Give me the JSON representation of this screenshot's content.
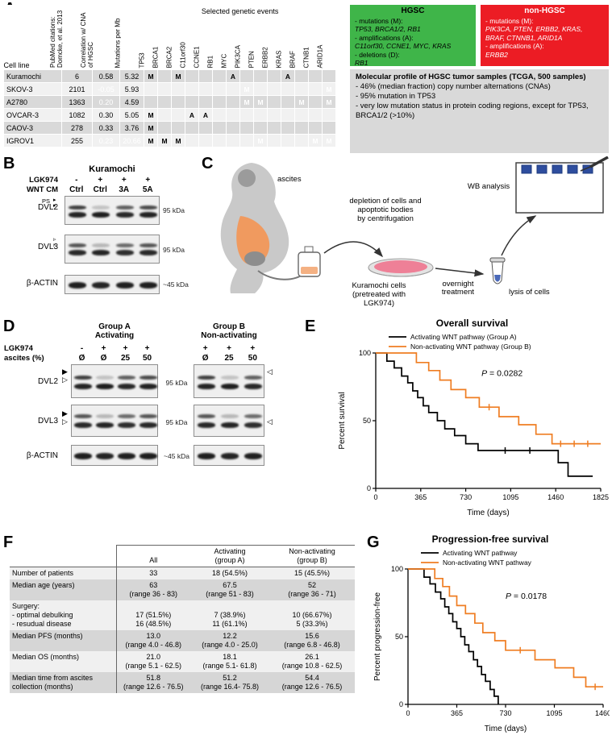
{
  "icons": {
    "arrow_right_small": "▸",
    "arrow_right_open": "▹",
    "triangle_right_filled": "▶",
    "triangle_right_open": "▷",
    "triangle_left_open": "◁"
  },
  "panelA": {
    "label": "A",
    "table": {
      "cell_line_header": "Cell line",
      "events_header": "Selected genetic events",
      "stat_columns": [
        "PubMed citations: Domcke, et al. 2013",
        "Correlation w/ CNA of HGSC",
        "Mutations per Mb"
      ],
      "genes": [
        "TP53",
        "BRCA1",
        "BRCA2",
        "C11orf30",
        "CCNE1",
        "RB1",
        "MYC",
        "PIK3CA",
        "PTEN",
        "ERBB2",
        "KRAS",
        "BRAF",
        "CTNB1",
        "ARID1A"
      ],
      "rows": [
        {
          "cell_line": "Kuramochi",
          "pubmed": "6",
          "correlation": "0.58",
          "correlation_status": "hgsc",
          "mutations_per_mb": "5.32",
          "mutations_status": "",
          "events": {
            "TP53": [
              "M",
              "hgsc"
            ],
            "BRCA2": [
              "M",
              "hgsc"
            ],
            "MYC": [
              "A",
              "hgsc"
            ],
            "KRAS": [
              "A",
              "hgsc"
            ]
          }
        },
        {
          "cell_line": "SKOV-3",
          "pubmed": "2101",
          "correlation": "-0.05",
          "correlation_status": "non",
          "mutations_per_mb": "5.93",
          "mutations_status": "",
          "events": {
            "PIK3CA": [
              "M",
              "non"
            ],
            "ARID1A": [
              "M",
              "non"
            ]
          }
        },
        {
          "cell_line": "A2780",
          "pubmed": "1363",
          "correlation": "0.20",
          "correlation_status": "non",
          "mutations_per_mb": "4.59",
          "mutations_status": "",
          "events": {
            "PIK3CA": [
              "M",
              "non"
            ],
            "PTEN": [
              "M",
              "non"
            ],
            "BRAF": [
              "M",
              "non"
            ],
            "ARID1A": [
              "M",
              "non"
            ]
          }
        },
        {
          "cell_line": "OVCAR-3",
          "pubmed": "1082",
          "correlation": "0.30",
          "correlation_status": "",
          "mutations_per_mb": "5.05",
          "mutations_status": "",
          "events": {
            "TP53": [
              "M",
              "hgsc"
            ],
            "C11orf30": [
              "A",
              "hgsc"
            ],
            "CCNE1": [
              "A",
              "hgsc"
            ]
          }
        },
        {
          "cell_line": "CAOV-3",
          "pubmed": "278",
          "correlation": "0.33",
          "correlation_status": "",
          "mutations_per_mb": "3.76",
          "mutations_status": "",
          "events": {
            "TP53": [
              "M",
              "hgsc"
            ]
          }
        },
        {
          "cell_line": "IGROV1",
          "pubmed": "255",
          "correlation": "0.23",
          "correlation_status": "non",
          "mutations_per_mb": "20.66",
          "mutations_status": "non",
          "events": {
            "TP53": [
              "M",
              "hgsc"
            ],
            "BRCA1": [
              "M",
              "hgsc"
            ],
            "BRCA2": [
              "M",
              "hgsc"
            ],
            "PTEN": [
              "M",
              "non"
            ],
            "CTNB1": [
              "M",
              "non"
            ],
            "ARID1A": [
              "M",
              "non"
            ]
          }
        }
      ]
    },
    "hgsc_box": {
      "title": "HGSC",
      "lines": [
        {
          "text": "- mutations (M):",
          "italic": false
        },
        {
          "text": "TP53, BRCA1/2, RB1",
          "italic": true
        },
        {
          "text": "- amplifications (A):",
          "italic": false
        },
        {
          "text": "C11orf30, CCNE1, MYC, KRAS",
          "italic": true
        },
        {
          "text": "- deletions (D):",
          "italic": false
        },
        {
          "text": "RB1",
          "italic": true
        }
      ]
    },
    "non_hgsc_box": {
      "title": "non-HGSC",
      "lines": [
        {
          "text": "- mutations (M):",
          "italic": false
        },
        {
          "text": "PIK3CA, PTEN, ERBB2, KRAS,",
          "italic": true
        },
        {
          "text": "BRAF, CTNNB1, ARID1A",
          "italic": true
        },
        {
          "text": "- amplifications (A):",
          "italic": false
        },
        {
          "text": "ERBB2",
          "italic": true
        }
      ]
    },
    "tcga_box": {
      "title": "Molecular profile of HGSC tumor samples (TCGA, 500 samples)",
      "lines": [
        "- 46% (median fraction) copy number alternations (CNAs)",
        "- 95% mutation in TP53",
        "- very low mutation status in protein coding regions, except for TP53, BRCA1/2 (>10%)"
      ]
    }
  },
  "panelB": {
    "label": "B",
    "title": "Kuramochi",
    "rows": [
      {
        "label": "LGK974",
        "values": [
          "-",
          "+",
          "+",
          "+"
        ]
      },
      {
        "label": "WNT CM",
        "values": [
          "Ctrl",
          "Ctrl",
          "3A",
          "5A"
        ]
      }
    ],
    "blots": [
      {
        "target": "DVL2",
        "size": "95 kDa",
        "marker": "PS"
      },
      {
        "target": "DVL3",
        "size": "95 kDa",
        "marker": ""
      },
      {
        "target": "β-ACTIN",
        "size": "~45 kDa",
        "marker": ""
      }
    ]
  },
  "panelC": {
    "label": "C",
    "labels": {
      "ascites": "ascites",
      "depletion_line1": "depletion of cells and",
      "depletion_line2": "apoptotic bodies",
      "depletion_line3": "by centrifugation",
      "cells_line1": "Kuramochi cells",
      "cells_line2": "(pretreated with",
      "cells_line3": "LGK974)",
      "treatment_line1": "overnight",
      "treatment_line2": "treatment",
      "lysis": "lysis of cells",
      "wb": "WB analysis"
    }
  },
  "panelD": {
    "label": "D",
    "group_a": {
      "title_line1": "Group A",
      "title_line2": "Activating",
      "lgk974": [
        "-",
        "+",
        "+",
        "+"
      ],
      "ascites": [
        "Ø",
        "Ø",
        "25",
        "50"
      ]
    },
    "group_b": {
      "title_line1": "Group B",
      "title_line2": "Non-activating",
      "lgk974": [
        "+",
        "+",
        "+"
      ],
      "ascites": [
        "Ø",
        "25",
        "50"
      ]
    },
    "row_labels": {
      "lgk974": "LGK974",
      "ascites": "ascites (%)"
    },
    "blots": [
      {
        "target": "DVL2",
        "size": "95 kDa"
      },
      {
        "target": "DVL3",
        "size": "95 kDa"
      },
      {
        "target": "β-ACTIN",
        "size": "~45 kDa"
      }
    ]
  },
  "panelE": {
    "label": "E"
  },
  "panelF": {
    "label": "F",
    "columns": [
      [],
      [
        "All"
      ],
      [
        "Activating",
        "(group A)"
      ],
      [
        "Non-activating",
        "(group B)"
      ]
    ],
    "rows": [
      {
        "label": [
          "Number of patients"
        ],
        "all": [
          "33"
        ],
        "group_a": [
          "18 (54.5%)"
        ],
        "group_b": [
          "15 (45.5%)"
        ]
      },
      {
        "label": [
          "Median age (years)"
        ],
        "all": [
          "63",
          "(range 36 - 83)"
        ],
        "group_a": [
          "67.5",
          "(range 51 - 83)"
        ],
        "group_b": [
          "52",
          "(range 36 - 71)"
        ]
      },
      {
        "label": [
          "Surgery:",
          "- optimal debulking",
          "- resudual disease"
        ],
        "all": [
          "",
          "17 (51.5%)",
          "16 (48.5%)"
        ],
        "group_a": [
          "",
          "7 (38.9%)",
          "11 (61.1%)"
        ],
        "group_b": [
          "",
          "10 (66.67%)",
          "5 (33.3%)"
        ]
      },
      {
        "label": [
          "Median PFS (months)"
        ],
        "all": [
          "13.0",
          "(range 4.0 - 46.8)"
        ],
        "group_a": [
          "12.2",
          "(range 4.0 - 25.0)"
        ],
        "group_b": [
          "15.6",
          "(range 6.8 - 46.8)"
        ]
      },
      {
        "label": [
          "Median OS (months)"
        ],
        "all": [
          "21.0",
          "(range 5.1 - 62.5)"
        ],
        "group_a": [
          "18.1",
          "(range 5.1- 61.8)"
        ],
        "group_b": [
          "26.1",
          "(range 10.8 - 62.5)"
        ]
      },
      {
        "label": [
          "Median time from ascites",
          "collection (months)"
        ],
        "all": [
          "51.8",
          "(range 12.6 - 76.5)"
        ],
        "group_a": [
          "51.2",
          "(range 16.4- 75.8)"
        ],
        "group_b": [
          "54.4",
          "(range 12.6 - 76.5)"
        ]
      }
    ]
  },
  "panelG": {
    "label": "G"
  },
  "chart_data": [
    {
      "id": "overall-survival",
      "type": "line",
      "subtype": "kaplan-meier",
      "title": "Overall survival",
      "xlabel": "Time (days)",
      "ylabel": "Percent survival",
      "xlim": [
        0,
        1825
      ],
      "ylim": [
        0,
        100
      ],
      "xticks": [
        0,
        365,
        730,
        1095,
        1460,
        1825
      ],
      "yticks": [
        0,
        50,
        100
      ],
      "grid": false,
      "legend_position": "top-left",
      "p_label": "P = 0.0282",
      "p_pos": [
        0.47,
        0.17
      ],
      "series": [
        {
          "name": "Activating WNT pathway (Group A)",
          "color": "#000000",
          "points": [
            [
              0,
              100
            ],
            [
              90,
              94
            ],
            [
              150,
              89
            ],
            [
              210,
              83
            ],
            [
              260,
              78
            ],
            [
              300,
              72
            ],
            [
              340,
              67
            ],
            [
              385,
              61
            ],
            [
              430,
              56
            ],
            [
              500,
              50
            ],
            [
              560,
              44
            ],
            [
              640,
              39
            ],
            [
              730,
              33
            ],
            [
              830,
              28
            ],
            [
              1480,
              19
            ],
            [
              1560,
              9
            ],
            [
              1760,
              9
            ]
          ],
          "censors": [
            [
              1050,
              28
            ],
            [
              1250,
              28
            ]
          ]
        },
        {
          "name": "Non-activating WNT pathway (Group B)",
          "color": "#ef7d22",
          "points": [
            [
              0,
              100
            ],
            [
              330,
              93
            ],
            [
              430,
              87
            ],
            [
              520,
              80
            ],
            [
              610,
              73
            ],
            [
              730,
              67
            ],
            [
              840,
              60
            ],
            [
              1000,
              53
            ],
            [
              1160,
              47
            ],
            [
              1300,
              40
            ],
            [
              1430,
              33
            ],
            [
              1825,
              33
            ]
          ],
          "censors": [
            [
              920,
              60
            ],
            [
              1500,
              33
            ],
            [
              1610,
              33
            ],
            [
              1720,
              33
            ]
          ]
        }
      ]
    },
    {
      "id": "progression-free-survival",
      "type": "line",
      "subtype": "kaplan-meier",
      "title": "Progression-free survival",
      "xlabel": "Time (days)",
      "ylabel": "Percent progression-free",
      "xlim": [
        0,
        1460
      ],
      "ylim": [
        0,
        100
      ],
      "xticks": [
        0,
        365,
        730,
        1095,
        1460
      ],
      "yticks": [
        0,
        50,
        100
      ],
      "grid": false,
      "legend_position": "top-left",
      "p_label": "P = 0.0178",
      "p_pos": [
        0.5,
        0.22
      ],
      "series": [
        {
          "name": "Activating WNT pathway",
          "color": "#000000",
          "points": [
            [
              0,
              100
            ],
            [
              120,
              94
            ],
            [
              165,
              89
            ],
            [
              205,
              83
            ],
            [
              245,
              78
            ],
            [
              275,
              72
            ],
            [
              305,
              67
            ],
            [
              335,
              61
            ],
            [
              365,
              56
            ],
            [
              395,
              50
            ],
            [
              425,
              44
            ],
            [
              455,
              39
            ],
            [
              490,
              33
            ],
            [
              520,
              28
            ],
            [
              550,
              22
            ],
            [
              580,
              17
            ],
            [
              615,
              11
            ],
            [
              645,
              6
            ],
            [
              675,
              0
            ]
          ],
          "censors": []
        },
        {
          "name": "Non-activating WNT pathway",
          "color": "#ef7d22",
          "points": [
            [
              0,
              100
            ],
            [
              200,
              93
            ],
            [
              260,
              87
            ],
            [
              310,
              80
            ],
            [
              365,
              73
            ],
            [
              430,
              67
            ],
            [
              500,
              60
            ],
            [
              560,
              53
            ],
            [
              650,
              47
            ],
            [
              730,
              40
            ],
            [
              950,
              33
            ],
            [
              1100,
              27
            ],
            [
              1240,
              20
            ],
            [
              1330,
              13
            ],
            [
              1460,
              13
            ]
          ],
          "censors": [
            [
              840,
              40
            ],
            [
              1400,
              13
            ]
          ]
        }
      ]
    }
  ]
}
